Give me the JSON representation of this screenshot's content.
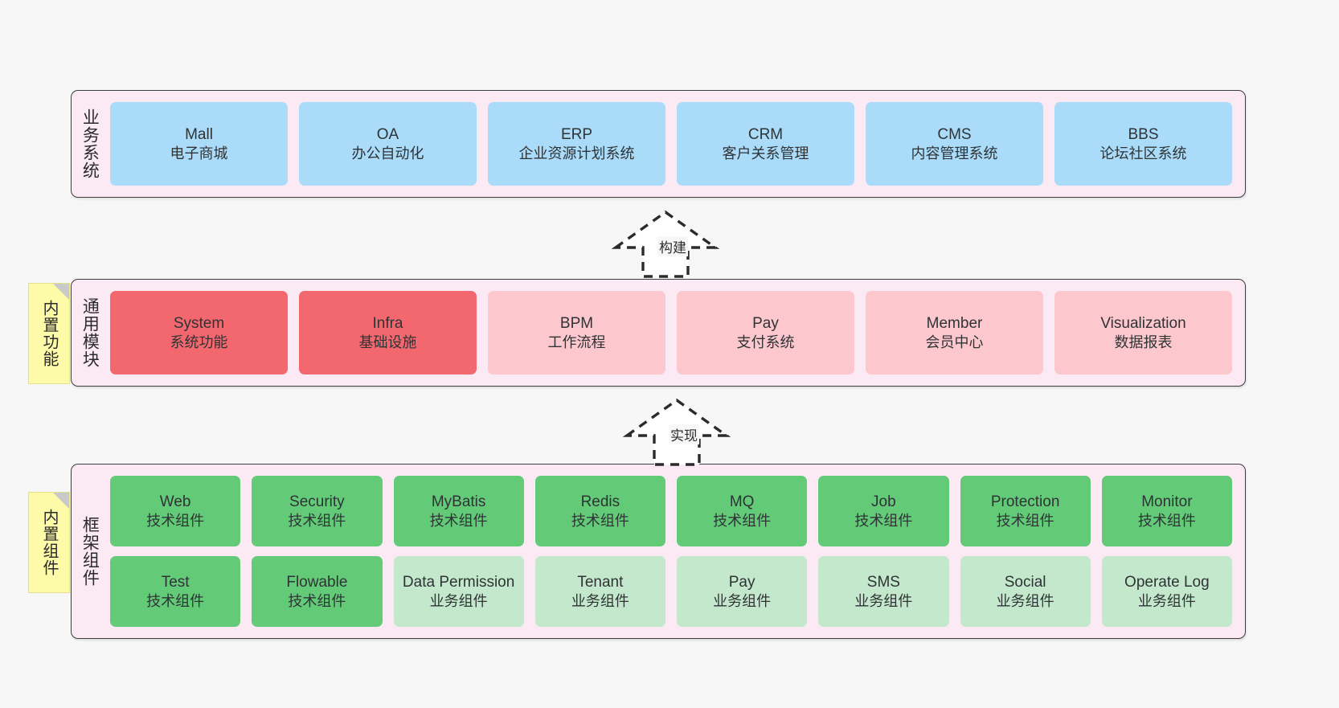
{
  "diagram": {
    "background_color": "#f7f7f7",
    "container_color": "#fbeaf4",
    "note_color": "#fdfaa8"
  },
  "layers": [
    {
      "label": "业务系统",
      "name": "business-systems",
      "nodes": [
        {
          "en": "Mall",
          "cn": "电子商城",
          "color": "#aadcfa"
        },
        {
          "en": "OA",
          "cn": "办公自动化",
          "color": "#aadcfa"
        },
        {
          "en": "ERP",
          "cn": "企业资源计划系统",
          "color": "#aadcfa"
        },
        {
          "en": "CRM",
          "cn": "客户关系管理",
          "color": "#aadcfa"
        },
        {
          "en": "CMS",
          "cn": "内容管理系统",
          "color": "#aadcfa"
        },
        {
          "en": "BBS",
          "cn": "论坛社区系统",
          "color": "#aadcfa"
        }
      ]
    },
    {
      "label": "通用模块",
      "name": "general-modules",
      "note": "内置功能",
      "nodes": [
        {
          "en": "System",
          "cn": "系统功能",
          "color": "#f2686e"
        },
        {
          "en": "Infra",
          "cn": "基础设施",
          "color": "#f2686e"
        },
        {
          "en": "BPM",
          "cn": "工作流程",
          "color": "#fcc8cd"
        },
        {
          "en": "Pay",
          "cn": "支付系统",
          "color": "#fcc8cd"
        },
        {
          "en": "Member",
          "cn": "会员中心",
          "color": "#fcc8cd"
        },
        {
          "en": "Visualization",
          "cn": "数据报表",
          "color": "#fcc8cd"
        }
      ]
    },
    {
      "label": "框架组件",
      "name": "framework-components",
      "note": "内置组件",
      "rows": [
        [
          {
            "en": "Web",
            "cn": "技术组件",
            "color": "#63ca78"
          },
          {
            "en": "Security",
            "cn": "技术组件",
            "color": "#63ca78"
          },
          {
            "en": "MyBatis",
            "cn": "技术组件",
            "color": "#63ca78"
          },
          {
            "en": "Redis",
            "cn": "技术组件",
            "color": "#63ca78"
          },
          {
            "en": "MQ",
            "cn": "技术组件",
            "color": "#63ca78"
          },
          {
            "en": "Job",
            "cn": "技术组件",
            "color": "#63ca78"
          },
          {
            "en": "Protection",
            "cn": "技术组件",
            "color": "#63ca78"
          },
          {
            "en": "Monitor",
            "cn": "技术组件",
            "color": "#63ca78"
          }
        ],
        [
          {
            "en": "Test",
            "cn": "技术组件",
            "color": "#c3e8cb"
          },
          {
            "en": "Flowable",
            "cn": "技术组件",
            "color": "#c3e8cb"
          },
          {
            "en": "Data Permission",
            "cn": "业务组件",
            "color": "#c3e8cb"
          },
          {
            "en": "Tenant",
            "cn": "业务组件",
            "color": "#c3e8cb"
          },
          {
            "en": "Pay",
            "cn": "业务组件",
            "color": "#c3e8cb"
          },
          {
            "en": "SMS",
            "cn": "业务组件",
            "color": "#c3e8cb"
          },
          {
            "en": "Social",
            "cn": "业务组件",
            "color": "#c3e8cb"
          },
          {
            "en": "Operate Log",
            "cn": "业务组件",
            "color": "#c3e8cb"
          }
        ]
      ]
    }
  ],
  "connectors": [
    {
      "label": "构建",
      "name": "build-arrow",
      "from": "general-modules",
      "to": "business-systems"
    },
    {
      "label": "实现",
      "name": "implement-arrow",
      "from": "framework-components",
      "to": "general-modules"
    }
  ]
}
